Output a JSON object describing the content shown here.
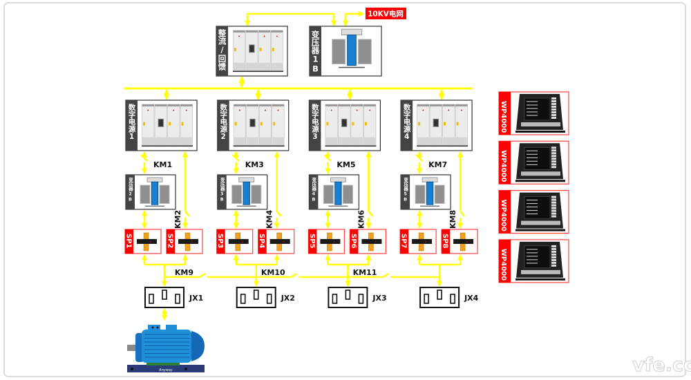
{
  "grid_label": "10KV电网",
  "rectifier": {
    "label": "整流/回馈"
  },
  "main_transformer": {
    "label": "变压器1B"
  },
  "power_groups": [
    {
      "power_label": "数字电源1",
      "switch_in": "KM1",
      "switch_direct": "KM2",
      "transformer_label": "变压器2B",
      "sp": [
        "SP1",
        "SP2"
      ],
      "junction": "JX1"
    },
    {
      "power_label": "数字电源2",
      "switch_in": "KM3",
      "switch_direct": "KM4",
      "transformer_label": "变压器3B",
      "sp": [
        "SP3",
        "SP4"
      ],
      "junction": "JX2"
    },
    {
      "power_label": "数字电源3",
      "switch_in": "KM5",
      "switch_direct": "KM6",
      "transformer_label": "变压器4B",
      "sp": [
        "SP5",
        "SP6"
      ],
      "junction": "JX3"
    },
    {
      "power_label": "数字电源4",
      "switch_in": "KM7",
      "switch_direct": "KM8",
      "transformer_label": "变压器5B",
      "sp": [
        "SP7",
        "SP8"
      ],
      "junction": "JX4"
    }
  ],
  "tie_switches": [
    "KM9",
    "KM10",
    "KM11"
  ],
  "analyzers": [
    "WP4000",
    "WP4000",
    "WP4000",
    "WP4000"
  ],
  "motor_brand": "Anyway",
  "watermark": "vfe.cc",
  "colors": {
    "line": "#ffff00",
    "label_strip": "#444444",
    "accent_red": "#ff0000",
    "motor_blue": "#1e8fd8",
    "transformer_blue": "#1a7fcf"
  }
}
